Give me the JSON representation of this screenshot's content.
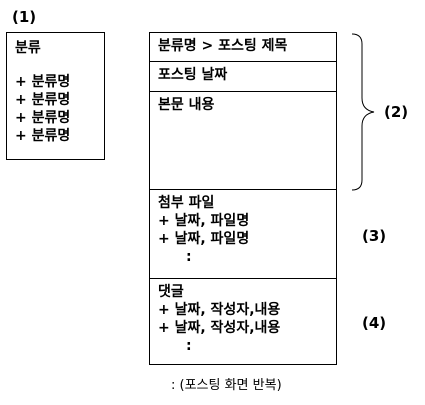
{
  "labels": {
    "l1": "(1)",
    "l2": "(2)",
    "l3": "(3)",
    "l4": "(4)"
  },
  "category_box": {
    "title": "분류",
    "items": [
      "+ 분류명",
      "+ 분류명",
      "+ 분류명",
      "+ 분류명"
    ]
  },
  "post_box": {
    "header": "분류명 > 포스팅 제목",
    "date": "포스팅 날짜",
    "body": "본문 내용",
    "attachments": {
      "title": "첨부 파일",
      "items": [
        "+ 날짜, 파일명",
        "+ 날짜, 파일명"
      ],
      "more": ":"
    },
    "comments": {
      "title": "댓글",
      "items": [
        "+ 날짜, 작성자,내용",
        "+ 날짜, 작성자,내용"
      ],
      "more": ":"
    }
  },
  "footer": ": (포스팅 화면 반복)"
}
